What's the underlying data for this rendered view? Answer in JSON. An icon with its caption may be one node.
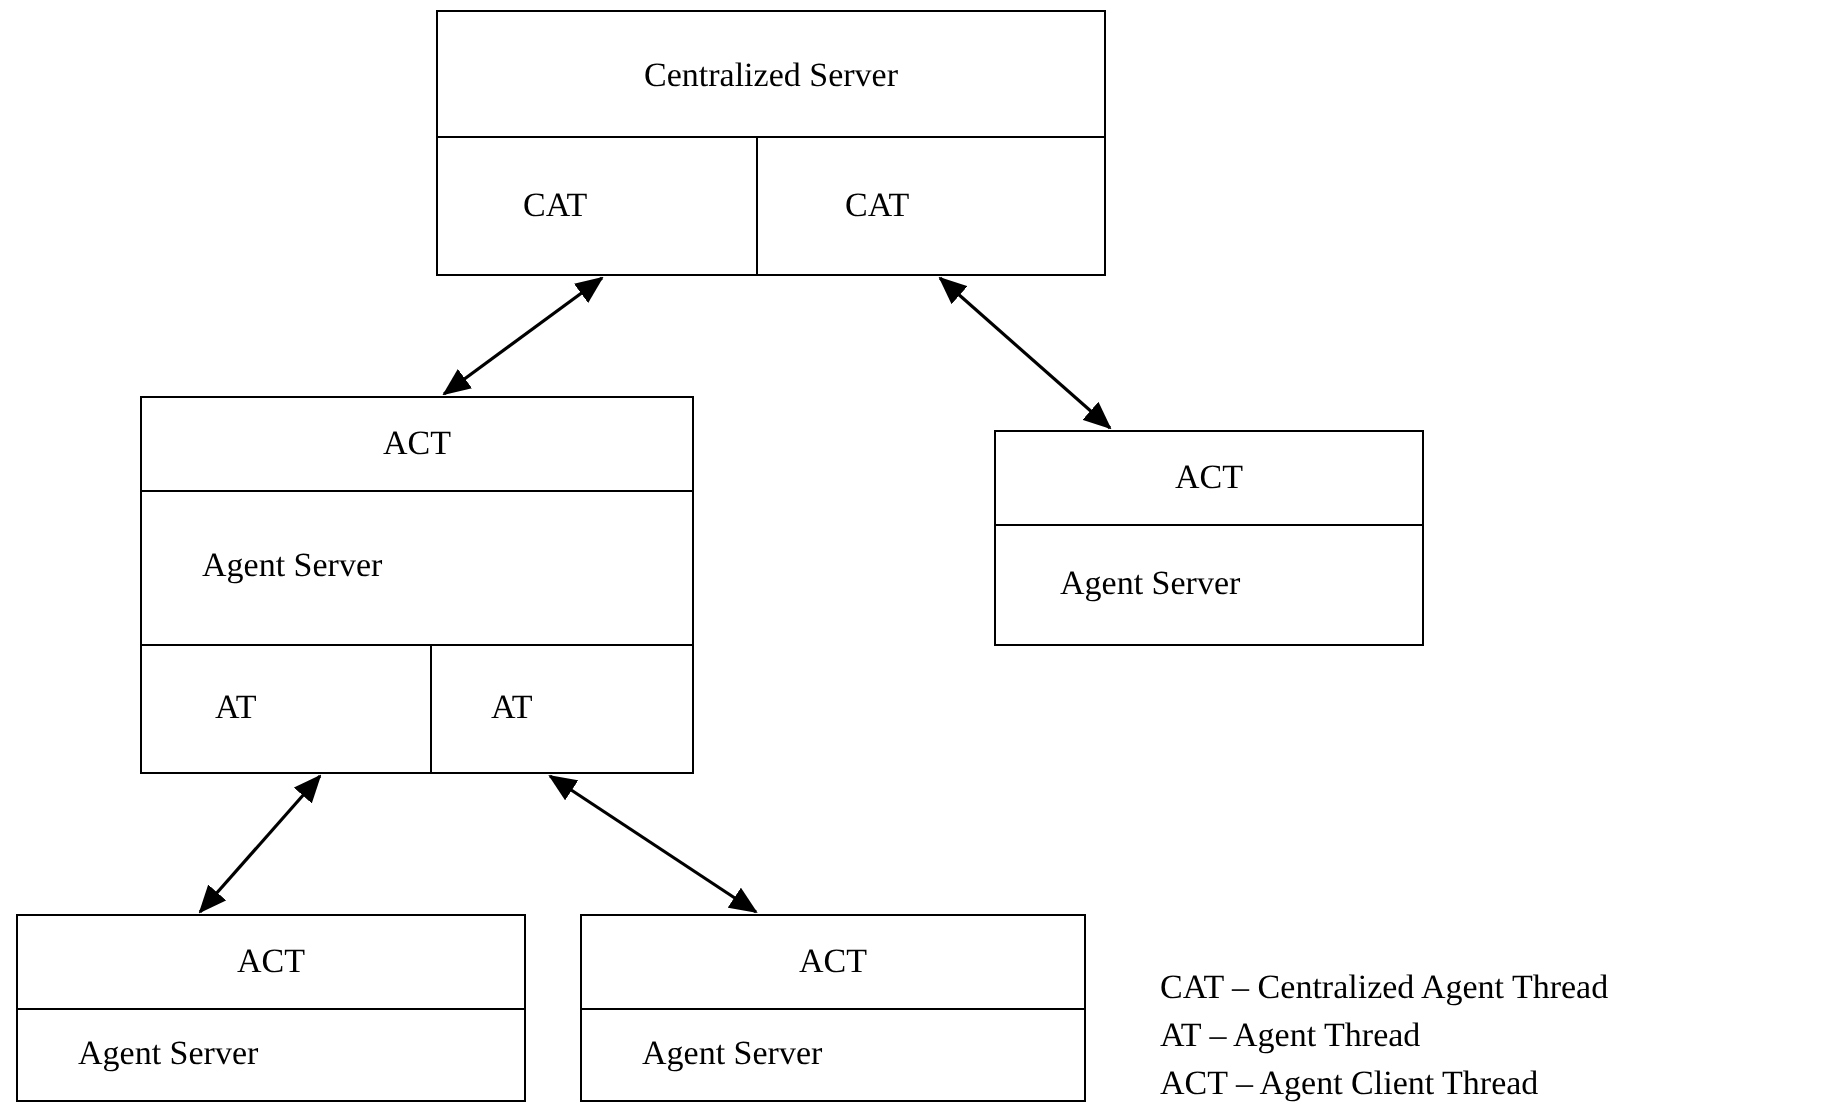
{
  "diagram": {
    "nodes": [
      {
        "text": [
          "Centralized Server"
        ]
      },
      {
        "text": [
          "CAT"
        ],
        "in": 0
      },
      {
        "text": [
          "CAT"
        ],
        "in": 0
      },
      {
        "text": [
          "ACT",
          "Agent Server"
        ]
      },
      {
        "text": [
          "AT"
        ],
        "in": 3
      },
      {
        "text": [
          "AT"
        ],
        "in": 3
      },
      {
        "text": [
          "ACT",
          "Agent Server"
        ]
      },
      {
        "text": [
          "ACT",
          "Agent Server"
        ]
      },
      {
        "text": [
          "ACT",
          "Agent Server"
        ]
      }
    ],
    "edges": [
      {
        "from": 1,
        "to": 3,
        "arrow": "both"
      },
      {
        "from": 2,
        "to": 6,
        "arrow": "both"
      },
      {
        "from": 4,
        "to": 7,
        "arrow": "both"
      },
      {
        "from": 5,
        "to": 8,
        "arrow": "both"
      }
    ],
    "labels": [
      "CAT – Centralized Agent Thread",
      "AT – Agent Thread",
      "ACT – Agent Client Thread"
    ]
  }
}
